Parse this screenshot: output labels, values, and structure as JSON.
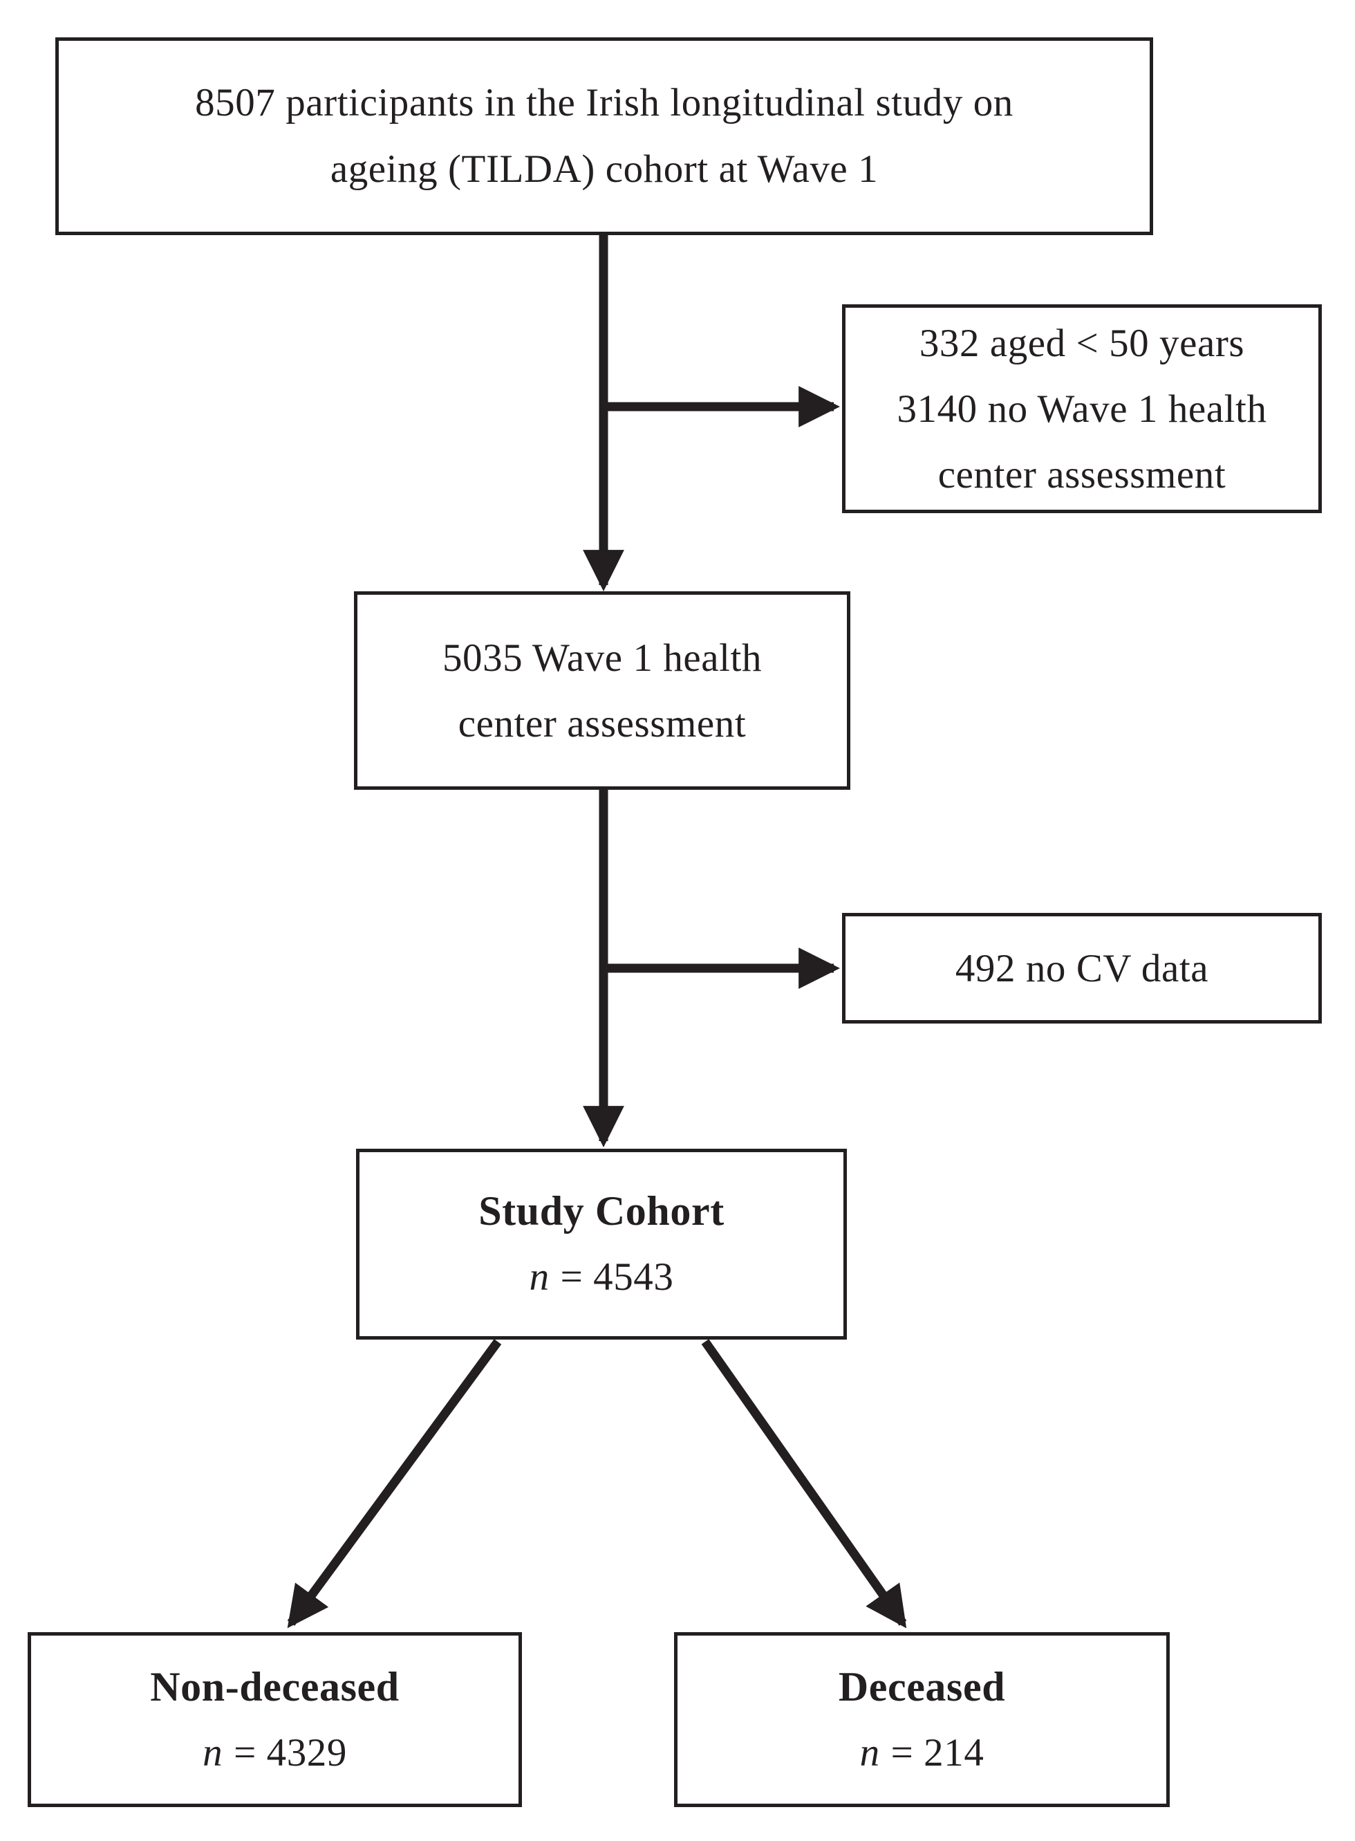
{
  "page": {
    "background": "#ffffff",
    "ink": "#231f20"
  },
  "diagram": {
    "type": "flowchart",
    "boxes": {
      "tilda": {
        "lines": [
          "8507 participants in the Irish longitudinal study on",
          "ageing (TILDA) cohort at Wave 1"
        ]
      },
      "excluded_wave1": {
        "lines": [
          "332 aged < 50 years",
          "3140 no Wave 1 health",
          "center assessment"
        ]
      },
      "wave1_assessment": {
        "lines": [
          "5035 Wave 1 health",
          "center assessment"
        ]
      },
      "excluded_cv": {
        "lines": [
          "492 no CV data"
        ]
      },
      "study_cohort": {
        "title": "Study Cohort",
        "n_label": "n",
        "n_value": "= 4543"
      },
      "non_deceased": {
        "title": "Non-deceased",
        "n_label": "n",
        "n_value": "= 4329"
      },
      "deceased": {
        "title": "Deceased",
        "n_label": "n",
        "n_value": "= 214"
      }
    },
    "arrows": [
      {
        "from": "tilda",
        "to": "excluded_wave1"
      },
      {
        "from": "tilda",
        "to": "wave1_assessment"
      },
      {
        "from": "wave1_assessment",
        "to": "excluded_cv"
      },
      {
        "from": "wave1_assessment",
        "to": "study_cohort"
      },
      {
        "from": "study_cohort",
        "to": "non_deceased"
      },
      {
        "from": "study_cohort",
        "to": "deceased"
      }
    ]
  }
}
